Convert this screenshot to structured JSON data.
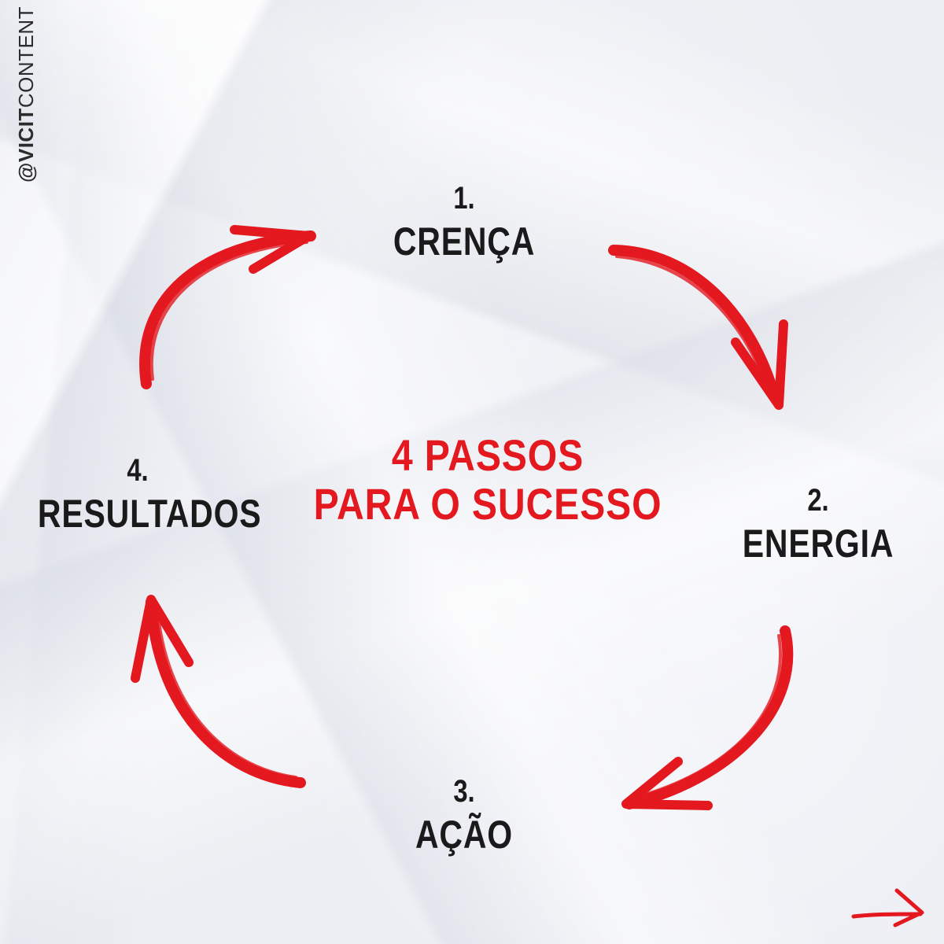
{
  "handle": {
    "prefix": "@VICIT",
    "suffix": "CONTENT"
  },
  "title": {
    "line1": "4 PASSOS",
    "line2": "PARA O SUCESSO"
  },
  "steps": [
    {
      "num": "1.",
      "label": "CRENÇA"
    },
    {
      "num": "2.",
      "label": "ENERGIA"
    },
    {
      "num": "3.",
      "label": "AÇÃO"
    },
    {
      "num": "4.",
      "label": "RESULTADOS"
    }
  ],
  "colors": {
    "accent": "#e3191f",
    "text": "#1a1a1a",
    "paper": "#eceef3"
  },
  "icons": {
    "next": "arrow-right-icon"
  }
}
